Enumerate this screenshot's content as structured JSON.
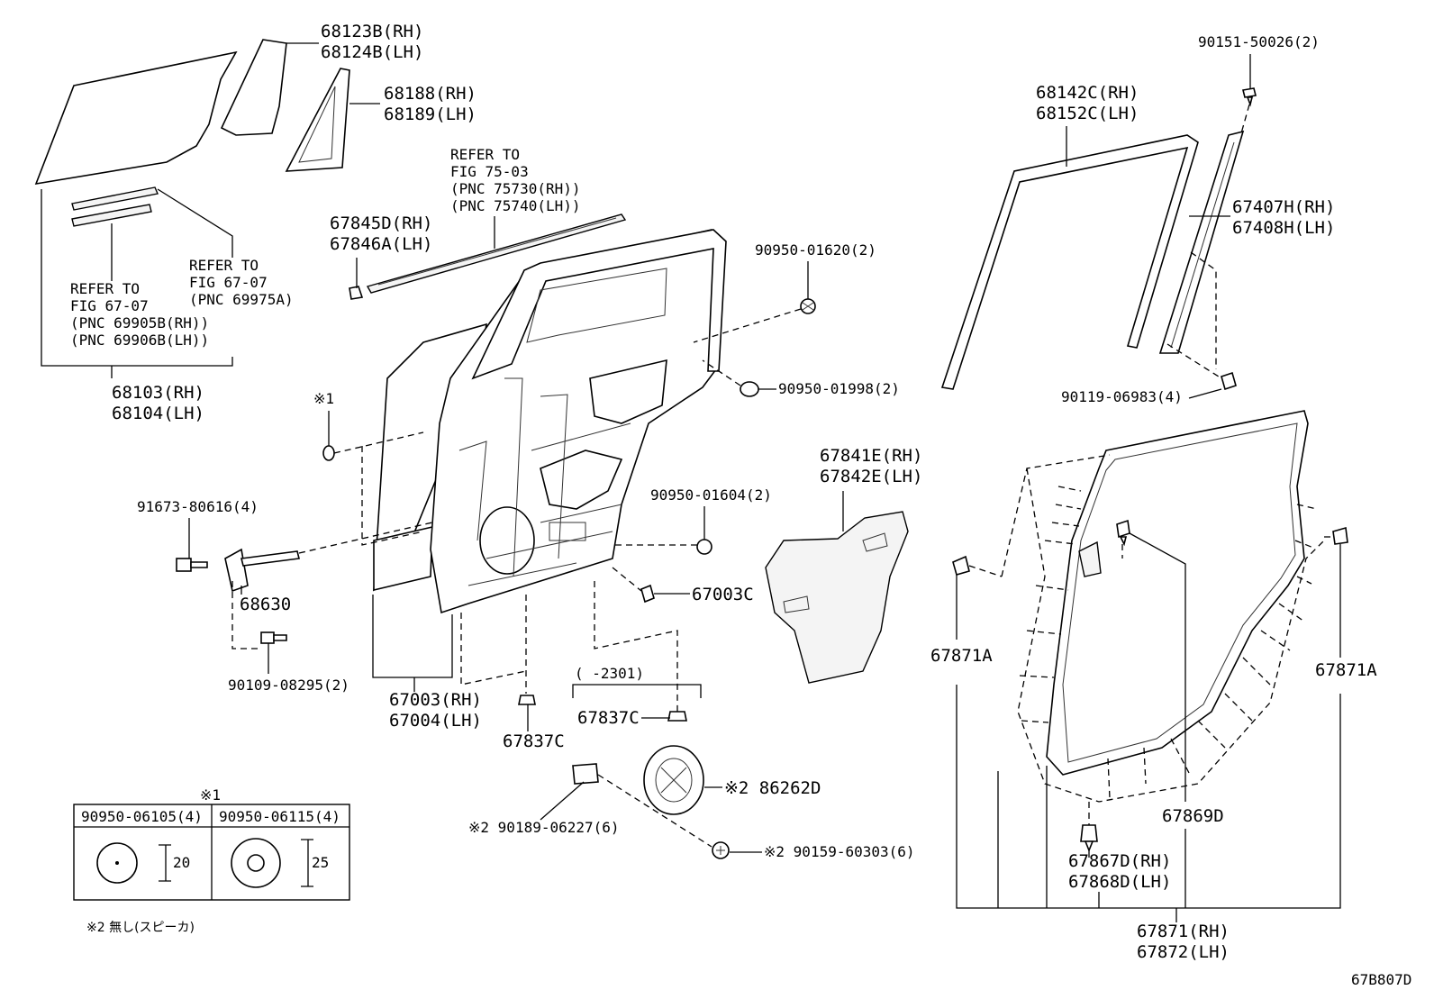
{
  "diagram_code": "67B807D",
  "note_symbol": "※1",
  "labels": {
    "glass_rh": "68123B(RH)",
    "glass_lh": "68124B(LH)",
    "quarter_glass_rh": "68188(RH)",
    "quarter_glass_lh": "68189(LH)",
    "refer_75_03_l1": "REFER TO",
    "refer_75_03_l2": "FIG 75-03",
    "refer_75_03_l3": "(PNC 75730(RH))",
    "refer_75_03_l4": "(PNC 75740(LH))",
    "refer_67_07a_l1": "REFER TO",
    "refer_67_07a_l2": "FIG 67-07",
    "refer_67_07a_l3": "(PNC 69975A)",
    "refer_67_07b_l1": "REFER TO",
    "refer_67_07b_l2": "FIG 67-07",
    "refer_67_07b_l3": "(PNC 69905B(RH))",
    "refer_67_07b_l4": "(PNC 69906B(LH))",
    "glass_assy_rh": "68103(RH)",
    "glass_assy_lh": "68104(LH)",
    "moulding_rh": "67845D(RH)",
    "moulding_lh": "67846A(LH)",
    "plug_90950_01620": "90950-01620(2)",
    "plug_90950_01998": "90950-01998(2)",
    "plug_90950_01604": "90950-01604(2)",
    "note1_mark": "※1",
    "bolt_91673": "91673-80616(4)",
    "check_68630": "68630",
    "bolt_90109": "90109-08295(2)",
    "panel_rh": "67003(RH)",
    "panel_lh": "67004(LH)",
    "clip_67837c_a": "67837C",
    "clip_67003c": "67003C",
    "date_range": "(    -2301)",
    "clip_67837c_b": "67837C",
    "seal_rh": "67841E(RH)",
    "seal_lh": "67842E(LH)",
    "run_rh": "68142C(RH)",
    "run_lh": "68152C(LH)",
    "screw_90151": "90151-50026(2)",
    "weather_rh": "67407H(RH)",
    "weather_lh": "67408H(LH)",
    "screw_90119": "90119-06983(4)",
    "clip_67871a_left": "67871A",
    "clip_67871a_right": "67871A",
    "clip_67869d": "67869D",
    "clip_67867d_rh": "67867D(RH)",
    "clip_67868d_lh": "67868D(LH)",
    "wstrip_rh": "67871(RH)",
    "wstrip_lh": "67872(LH)",
    "speaker_86262d": "※2 86262D",
    "clip_90189": "※2 90189-06227(6)",
    "screw_90159": "※2 90159-60303(6)",
    "note2_text": "※2 無し(スピーカ)"
  },
  "plug_table": {
    "title": "※1",
    "columns": [
      {
        "header": "90950-06105(4)",
        "dimension": "20"
      },
      {
        "header": "90950-06115(4)",
        "dimension": "25"
      }
    ]
  }
}
